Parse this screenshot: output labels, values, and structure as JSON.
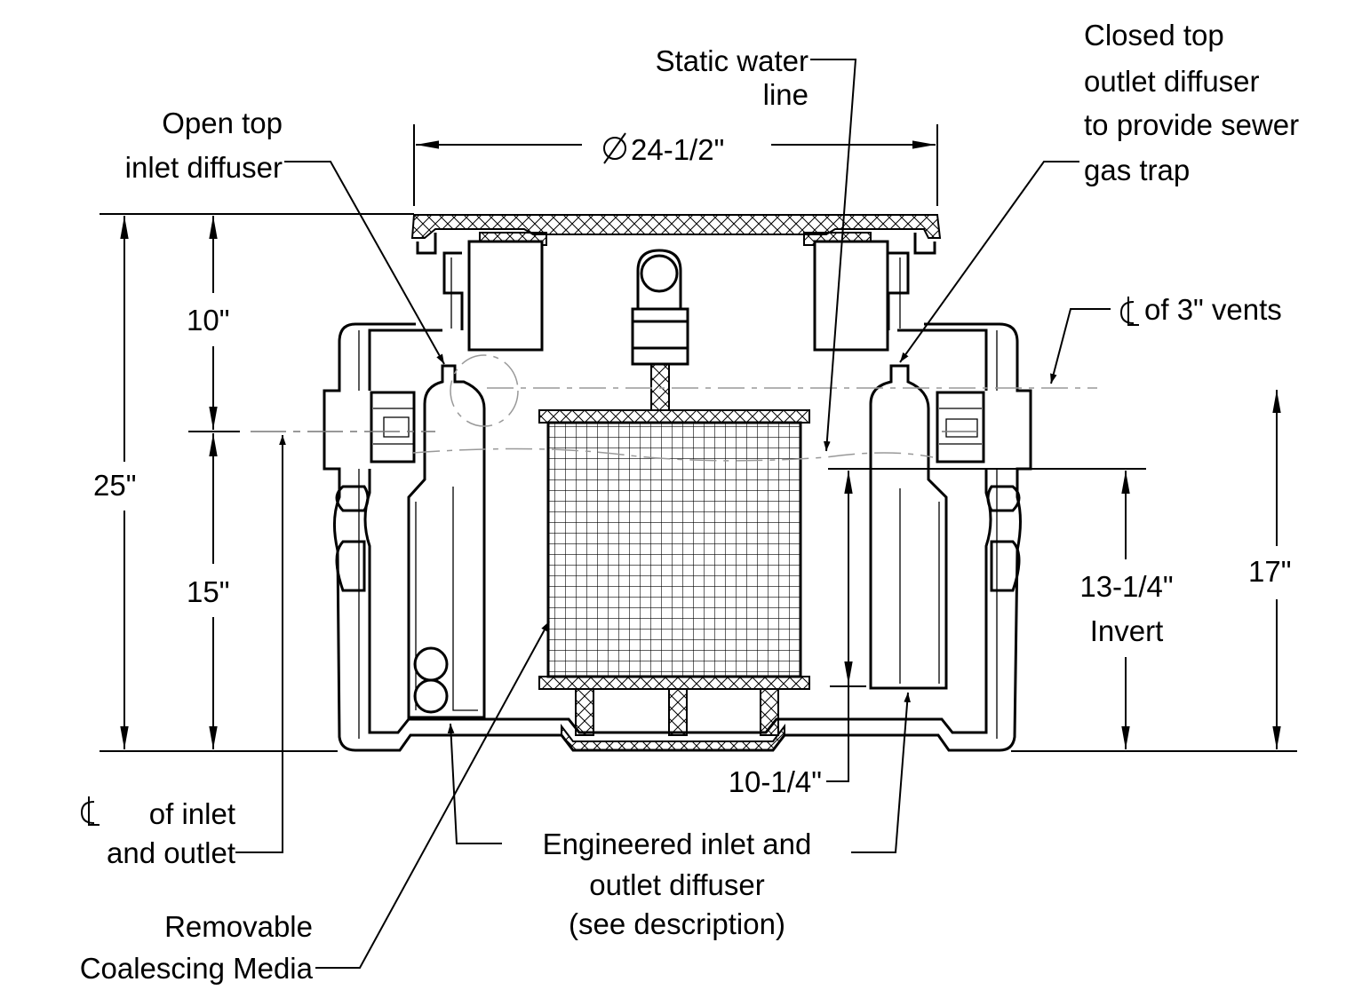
{
  "labels": {
    "static_water_line": [
      "Static water",
      "line"
    ],
    "closed_top_outlet": [
      "Closed top",
      "outlet diffuser",
      "to provide sewer",
      "gas trap"
    ],
    "open_top_inlet": [
      "Open top",
      "inlet diffuser"
    ],
    "diameter_value": "24-1/2\"",
    "vents_centerline": "of 3\" vents",
    "centerline_inlet_outlet": [
      "of inlet",
      "and outlet"
    ],
    "removable_media": [
      "Removable",
      "Coalescing Media"
    ],
    "engineered_diffuser": [
      "Engineered inlet and",
      "outlet diffuser",
      "(see description)"
    ]
  },
  "dimensions": {
    "overall_height": "25\"",
    "top_section": "10\"",
    "bottom_section": "15\"",
    "outlet_centerline": "17\"",
    "invert": [
      "13-1/4\"",
      "Invert"
    ],
    "media_height": "10-1/4\""
  },
  "icons": {
    "diameter": "diameter-symbol-icon",
    "centerline": "centerline-symbol-icon"
  }
}
